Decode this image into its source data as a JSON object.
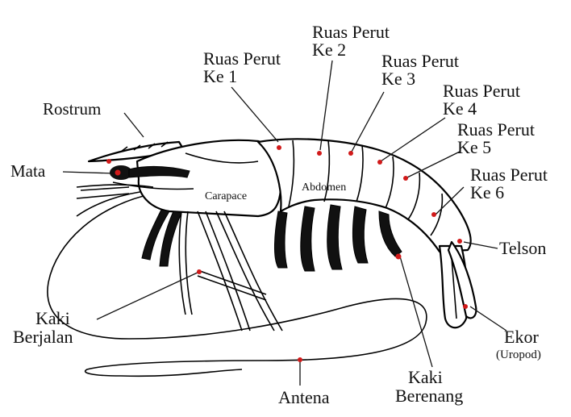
{
  "labels": {
    "rostrum": "Rostrum",
    "mata": "Mata",
    "carapace": "Carapace",
    "abdomen": "Abdomen",
    "seg1": [
      "Ruas Perut",
      "Ke 1"
    ],
    "seg2": [
      "Ruas Perut",
      "Ke 2"
    ],
    "seg3": [
      "Ruas Perut",
      "Ke 3"
    ],
    "seg4": [
      "Ruas Perut",
      "Ke 4"
    ],
    "seg5": [
      "Ruas Perut",
      "Ke 5"
    ],
    "seg6": [
      "Ruas Perut",
      "Ke 6"
    ],
    "telson": "Telson",
    "ekor": "Ekor",
    "uropod": "(Uropod)",
    "kaki_berjalan": [
      "Kaki",
      "Berjalan"
    ],
    "kaki_berenang": [
      "Kaki",
      "Berenang"
    ],
    "antena": "Antena"
  },
  "colors": {
    "marker": "#d11a1a",
    "line": "#111111"
  }
}
